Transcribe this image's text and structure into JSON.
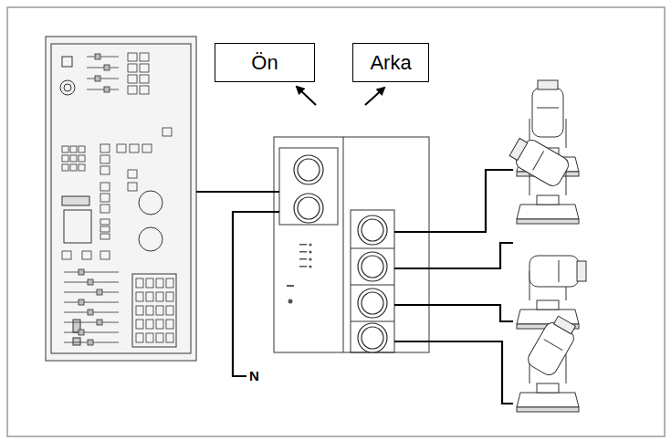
{
  "diagram": {
    "nodes": [
      {
        "text": [
          "Ön"
        ]
      },
      {
        "text": [
          "Arka"
        ]
      }
    ],
    "labels": [
      "N"
    ]
  }
}
